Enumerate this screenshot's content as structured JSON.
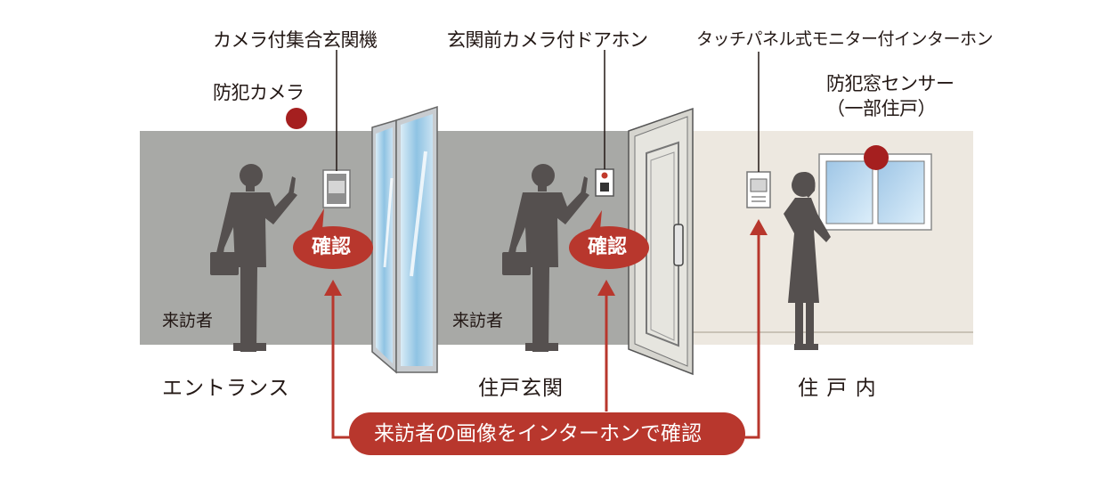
{
  "labels": {
    "security_camera": "防犯カメラ",
    "entrance_intercom": "カメラ付集合玄関機",
    "door_intercom": "玄関前カメラ付ドアホン",
    "monitor_intercom": "タッチパネル式モニター付インターホン",
    "window_sensor_line1": "防犯窓センサー",
    "window_sensor_line2": "（一部住戸）"
  },
  "confirm_label": "確認",
  "visitor_label": "来訪者",
  "areas": {
    "entrance": "エントランス",
    "unit_entrance": "住戸玄関",
    "unit_interior": "住 戸 内"
  },
  "bottom_banner": "来訪者の画像をインターホンで確認",
  "colors": {
    "accent_red": "#b8372d",
    "wall_gray": "#a8a9a6",
    "wall_beige": "#ede8e0",
    "silhouette": "#55504f"
  }
}
